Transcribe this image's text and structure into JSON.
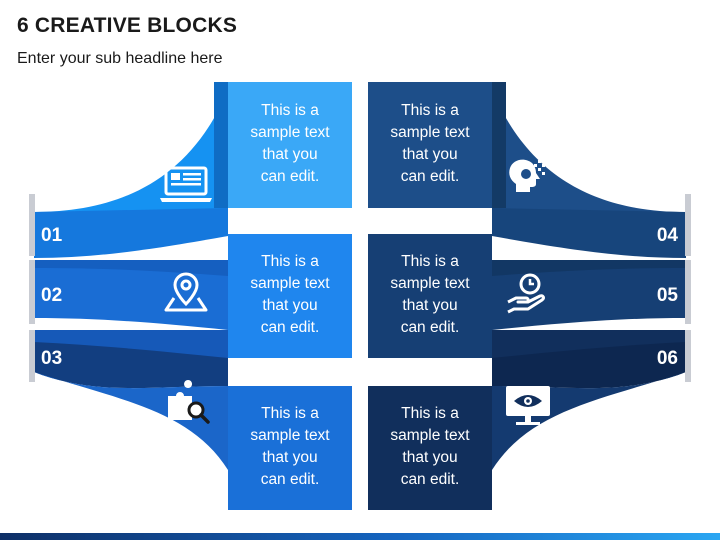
{
  "header": {
    "title": "6 CREATIVE BLOCKS",
    "subtitle": "Enter your sub headline here"
  },
  "blocks": [
    {
      "number": "01",
      "lines": [
        "This is a",
        "sample text",
        "that you",
        "can edit."
      ],
      "icon": "laptop-icon",
      "color": "#1592f2"
    },
    {
      "number": "02",
      "lines": [
        "This is a",
        "sample text",
        "that you",
        "can edit."
      ],
      "icon": "map-pin-icon",
      "color": "#1a6dd4"
    },
    {
      "number": "03",
      "lines": [
        "This is a",
        "sample text",
        "that you",
        "can edit."
      ],
      "icon": "puzzle-search-icon",
      "color": "#1659b8"
    },
    {
      "number": "04",
      "lines": [
        "This is a",
        "sample text",
        "that you",
        "can edit."
      ],
      "icon": "head-brain-icon",
      "color": "#1d4e89"
    },
    {
      "number": "05",
      "lines": [
        "This is a",
        "sample text",
        "that you",
        "can edit."
      ],
      "icon": "hand-clock-icon",
      "color": "#163f74"
    },
    {
      "number": "06",
      "lines": [
        "This is a",
        "sample text",
        "that you",
        "can edit."
      ],
      "icon": "monitor-eye-icon",
      "color": "#112f5c"
    }
  ],
  "colors": {
    "bottom_bar_gradient": [
      "#0e2f66",
      "#1565c0",
      "#2aa6f2"
    ]
  }
}
